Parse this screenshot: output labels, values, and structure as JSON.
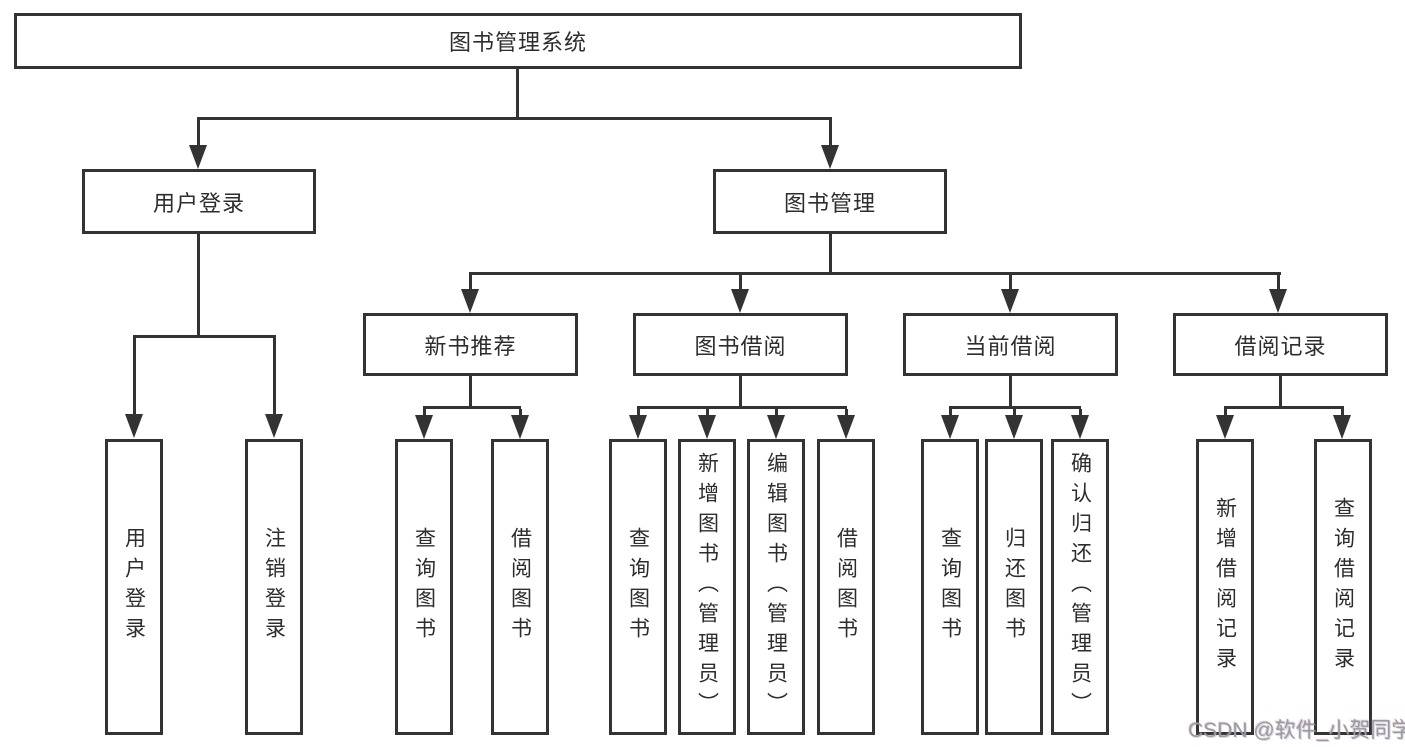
{
  "colors": {
    "line": "#333333",
    "text": "#2d2d2d",
    "background": "#ffffff",
    "watermark": "#9b9b9b"
  },
  "watermark": "CSDN @软件_小贺同学",
  "tree": {
    "root": "图书管理系统",
    "user_login": {
      "label": "用户登录",
      "children": [
        "用户登录",
        "注销登录"
      ]
    },
    "book_management": {
      "label": "图书管理",
      "modules": [
        {
          "label": "新书推荐",
          "children": [
            "查询图书",
            "借阅图书"
          ]
        },
        {
          "label": "图书借阅",
          "children": [
            "查询图书",
            "新增图书（管理员）",
            "编辑图书（管理员）",
            "借阅图书"
          ]
        },
        {
          "label": "当前借阅",
          "children": [
            "查询图书",
            "归还图书",
            "确认归还（管理员）"
          ]
        },
        {
          "label": "借阅记录",
          "children": [
            "新增借阅记录",
            "查询借阅记录"
          ]
        }
      ]
    }
  }
}
